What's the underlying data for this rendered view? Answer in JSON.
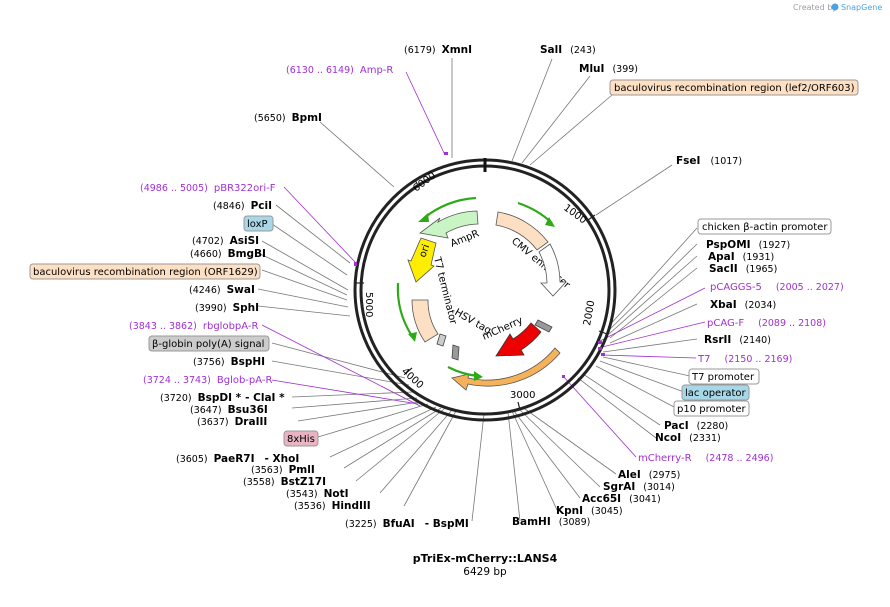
{
  "credit": {
    "prefix": "Created by",
    "brand": "SnapGene"
  },
  "plasmid": {
    "name": "pTriEx-mCherry::LANS4",
    "size_label": "6429 bp"
  },
  "ticks": [
    "1000",
    "2000",
    "3000",
    "4000",
    "5000",
    "6000"
  ],
  "features": {
    "ampr": "AmpR",
    "ori": "ori",
    "cmv": "CMV enhancer",
    "t7term": "T7 terminator",
    "hsv": "HSV tag",
    "mcherry": "mCherry"
  },
  "boxed": {
    "bac_right": "baculovirus recombination region (lef2/ORF603)",
    "chicken": "chicken β-actin promoter",
    "t7prom": "T7 promoter",
    "lacop": "lac operator",
    "p10": "p10 promoter",
    "loxp": "loxP",
    "bac_left": "baculovirus recombination region (ORF1629)",
    "bglob": "β-globin poly(A) signal",
    "his": "8xHis"
  },
  "sites": {
    "xmni": {
      "pos": "(6179)",
      "name": "XmnI"
    },
    "sali": {
      "name": "SalI",
      "pos": "(243)"
    },
    "mlui": {
      "name": "MluI",
      "pos": "(399)"
    },
    "bpmi": {
      "pos": "(5650)",
      "name": "BpmI"
    },
    "fsei": {
      "name": "FseI",
      "pos": "(1017)"
    },
    "pcii": {
      "pos": "(4846)",
      "name": "PciI"
    },
    "asisi": {
      "pos": "(4702)",
      "name": "AsiSI"
    },
    "bmgbi": {
      "pos": "(4660)",
      "name": "BmgBI"
    },
    "swai": {
      "pos": "(4246)",
      "name": "SwaI"
    },
    "sphi": {
      "pos": "(3990)",
      "name": "SphI"
    },
    "psp": {
      "name": "PspOMI",
      "pos": "(1927)"
    },
    "apai": {
      "name": "ApaI",
      "pos": "(1931)"
    },
    "sacii": {
      "name": "SacII",
      "pos": "(1965)"
    },
    "xbai": {
      "name": "XbaI",
      "pos": "(2034)"
    },
    "rsrii": {
      "name": "RsrII",
      "pos": "(2140)"
    },
    "bsphi": {
      "pos": "(3756)",
      "name": "BspHI"
    },
    "bspdi": {
      "pos": "(3720)",
      "name": "BspDI *",
      "extra": "- ClaI *"
    },
    "bsu36i": {
      "pos": "(3647)",
      "name": "Bsu36I"
    },
    "draiii": {
      "pos": "(3637)",
      "name": "DraIII"
    },
    "paer7i": {
      "pos": "(3605)",
      "name": "PaeR7I",
      "extra": "- XhoI"
    },
    "pmli": {
      "pos": "(3563)",
      "name": "PmlI"
    },
    "bstz17i": {
      "pos": "(3558)",
      "name": "BstZ17I"
    },
    "noti": {
      "pos": "(3543)",
      "name": "NotI"
    },
    "hindiii": {
      "pos": "(3536)",
      "name": "HindIII"
    },
    "bfuai": {
      "pos": "(3225)",
      "name": "BfuAI",
      "extra": "- BspMI"
    },
    "paci": {
      "name": "PacI",
      "pos": "(2280)"
    },
    "ncoi": {
      "name": "NcoI",
      "pos": "(2331)"
    },
    "alei": {
      "name": "AleI",
      "pos": "(2975)"
    },
    "sgrai": {
      "name": "SgrAI",
      "pos": "(3014)"
    },
    "acc65i": {
      "name": "Acc65I",
      "pos": "(3041)"
    },
    "kpni": {
      "name": "KpnI",
      "pos": "(3045)"
    },
    "bamhi": {
      "name": "BamHI",
      "pos": "(3089)"
    }
  },
  "primers": {
    "ampr": {
      "range": "(6130 .. 6149)",
      "name": "Amp-R"
    },
    "pbr": {
      "range": "(4986 .. 5005)",
      "name": "pBR322ori-F"
    },
    "rbglob": {
      "range": "(3843 .. 3862)",
      "name": "rbglobpA-R"
    },
    "bglob": {
      "range": "(3724 .. 3743)",
      "name": "Bglob-pA-R"
    },
    "pcaggs": {
      "name": "pCAGGS-5",
      "range": "(2005 .. 2027)"
    },
    "pcag": {
      "name": "pCAG-F",
      "range": "(2089 .. 2108)"
    },
    "t7": {
      "name": "T7",
      "range": "(2150 .. 2169)"
    },
    "mcherryr": {
      "name": "mCherry-R",
      "range": "(2478 .. 2496)"
    }
  },
  "colors": {
    "backbone": "#222222",
    "ampr": "#c9f5c4",
    "ori": "#ffee00",
    "cmv": "#fde0c4",
    "mcherry": "#ee0000",
    "hsv": "#9a9a9a",
    "orange_feature": "#f5b25a",
    "green_arrow": "#2eaa18",
    "primer": "#a030d0",
    "box_orange": "#fde0c4",
    "box_blue": "#a8d8e8",
    "box_grey": "#cccccc",
    "box_pink": "#e8b4c4",
    "brand": "#4aa3df"
  }
}
